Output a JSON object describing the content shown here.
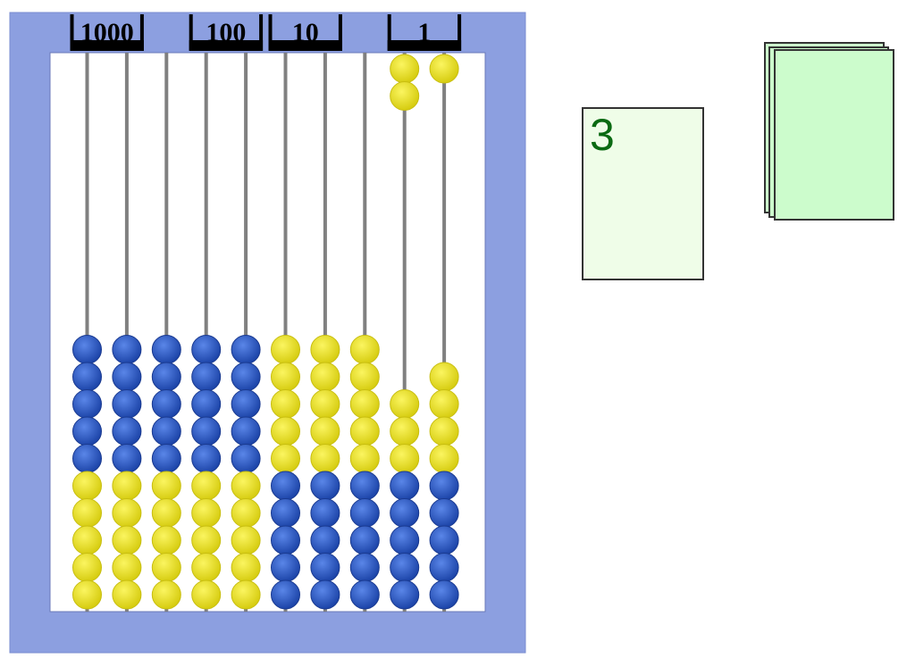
{
  "abacus": {
    "frame_color": "#8c9fe0",
    "bead_colors": {
      "blue": "#2a56c6",
      "yellow": "#e8e020"
    },
    "place_labels": [
      {
        "label": "1000",
        "rods": [
          0,
          1
        ]
      },
      {
        "label": "100",
        "rods": [
          3,
          4
        ]
      },
      {
        "label": "10",
        "rods": [
          5,
          6
        ]
      },
      {
        "label": "1",
        "rods": [
          8,
          9
        ]
      }
    ],
    "rods": [
      {
        "top": [],
        "bottom": [
          "blue",
          "blue",
          "blue",
          "blue",
          "blue",
          "yellow",
          "yellow",
          "yellow",
          "yellow",
          "yellow"
        ]
      },
      {
        "top": [],
        "bottom": [
          "blue",
          "blue",
          "blue",
          "blue",
          "blue",
          "yellow",
          "yellow",
          "yellow",
          "yellow",
          "yellow"
        ]
      },
      {
        "top": [],
        "bottom": [
          "blue",
          "blue",
          "blue",
          "blue",
          "blue",
          "yellow",
          "yellow",
          "yellow",
          "yellow",
          "yellow"
        ]
      },
      {
        "top": [],
        "bottom": [
          "blue",
          "blue",
          "blue",
          "blue",
          "blue",
          "yellow",
          "yellow",
          "yellow",
          "yellow",
          "yellow"
        ]
      },
      {
        "top": [],
        "bottom": [
          "blue",
          "blue",
          "blue",
          "blue",
          "blue",
          "yellow",
          "yellow",
          "yellow",
          "yellow",
          "yellow"
        ]
      },
      {
        "top": [],
        "bottom": [
          "yellow",
          "yellow",
          "yellow",
          "yellow",
          "yellow",
          "blue",
          "blue",
          "blue",
          "blue",
          "blue"
        ]
      },
      {
        "top": [],
        "bottom": [
          "yellow",
          "yellow",
          "yellow",
          "yellow",
          "yellow",
          "blue",
          "blue",
          "blue",
          "blue",
          "blue"
        ]
      },
      {
        "top": [],
        "bottom": [
          "yellow",
          "yellow",
          "yellow",
          "yellow",
          "yellow",
          "blue",
          "blue",
          "blue",
          "blue",
          "blue"
        ]
      },
      {
        "top": [
          "yellow",
          "yellow"
        ],
        "bottom": [
          "yellow",
          "yellow",
          "yellow",
          "blue",
          "blue",
          "blue",
          "blue",
          "blue"
        ]
      },
      {
        "top": [
          "yellow"
        ],
        "bottom": [
          "yellow",
          "yellow",
          "yellow",
          "yellow",
          "blue",
          "blue",
          "blue",
          "blue",
          "blue"
        ]
      }
    ]
  },
  "cards": {
    "current_value": "3",
    "deck_count": 3
  }
}
